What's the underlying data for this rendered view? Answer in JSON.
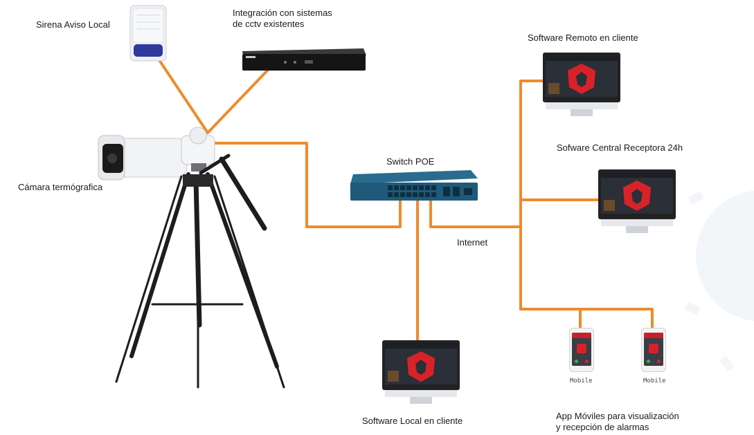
{
  "labels": {
    "siren": "Sirena Aviso Local",
    "cctv": "Integración con sistemas\nde cctv existentes",
    "camera": "Cámara termógrafica",
    "switch": "Switch POE",
    "internet": "Internet",
    "remote_software": "Software Remoto en cliente",
    "central_software": "Sofware Central Receptora 24h",
    "local_software": "Software Local en cliente",
    "mobile_apps": "App Móviles para visualización\ny recepción de alarmas",
    "mobile_1": "Mobile",
    "mobile_2": "Mobile"
  },
  "colors": {
    "link": "#f08a2c",
    "switch_body": "#1f5a7a",
    "logo_red": "#d8222a"
  },
  "icons": {
    "siren": "siren-icon",
    "dvr": "dvr-recorder-icon",
    "camera": "thermal-camera-icon",
    "tripod": "tripod-icon",
    "switch": "network-switch-icon",
    "monitor": "monitor-icon",
    "phone": "mobile-phone-icon",
    "watermark": "virus-watermark-icon"
  }
}
